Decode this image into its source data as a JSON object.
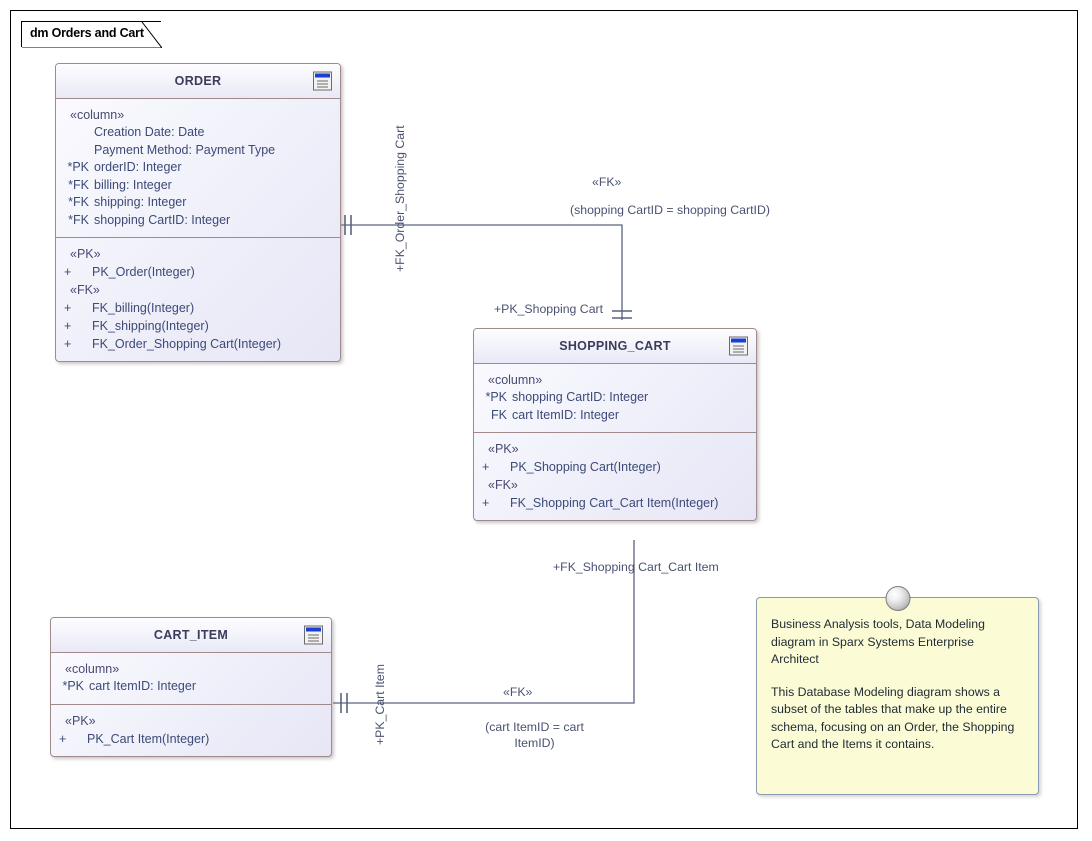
{
  "frame": {
    "label": "dm Orders and Cart"
  },
  "tables": [
    {
      "name": "ORDER",
      "icon": "table-icon",
      "attributes_stereotype": "«column»",
      "attributes": [
        {
          "key": "",
          "text": "Creation Date: Date"
        },
        {
          "key": "",
          "text": "Payment Method: Payment Type"
        },
        {
          "key": "*PK",
          "text": "orderID: Integer"
        },
        {
          "key": "*FK",
          "text": "billing: Integer"
        },
        {
          "key": "*FK",
          "text": "shipping: Integer"
        },
        {
          "key": "*FK",
          "text": "shopping CartID: Integer"
        }
      ],
      "operation_groups": [
        {
          "stereotype": "«PK»",
          "operations": [
            {
              "visibility": "+",
              "text": "PK_Order(Integer)"
            }
          ]
        },
        {
          "stereotype": "«FK»",
          "operations": [
            {
              "visibility": "+",
              "text": "FK_billing(Integer)"
            },
            {
              "visibility": "+",
              "text": "FK_shipping(Integer)"
            },
            {
              "visibility": "+",
              "text": "FK_Order_Shopping Cart(Integer)"
            }
          ]
        }
      ]
    },
    {
      "name": "SHOPPING_CART",
      "icon": "table-icon",
      "attributes_stereotype": "«column»",
      "attributes": [
        {
          "key": "*PK",
          "text": "shopping CartID: Integer"
        },
        {
          "key": "FK",
          "text": "cart ItemID: Integer"
        }
      ],
      "operation_groups": [
        {
          "stereotype": "«PK»",
          "operations": [
            {
              "visibility": "+",
              "text": "PK_Shopping Cart(Integer)"
            }
          ]
        },
        {
          "stereotype": "«FK»",
          "operations": [
            {
              "visibility": "+",
              "text": "FK_Shopping Cart_Cart Item(Integer)"
            }
          ]
        }
      ]
    },
    {
      "name": "CART_ITEM",
      "icon": "table-icon",
      "attributes_stereotype": "«column»",
      "attributes": [
        {
          "key": "*PK",
          "text": "cart ItemID: Integer"
        }
      ],
      "operation_groups": [
        {
          "stereotype": "«PK»",
          "operations": [
            {
              "visibility": "+",
              "text": "PK_Cart Item(Integer)"
            }
          ]
        }
      ]
    }
  ],
  "connectors": {
    "order_shopping_cart": {
      "source_role": "+FK_Order_Shopping Cart",
      "target_role": "+PK_Shopping Cart",
      "stereotype": "«FK»",
      "join": "(shopping CartID = shopping CartID)"
    },
    "shopping_cart_cart_item": {
      "source_role": "+FK_Shopping Cart_Cart Item",
      "target_role": "+PK_Cart Item",
      "stereotype": "«FK»",
      "join_line1": "(cart ItemID = cart",
      "join_line2": "ItemID)"
    }
  },
  "note": {
    "paragraph1": "Business Analysis tools, Data Modeling diagram in Sparx Systems Enterprise Architect",
    "paragraph2": "This Database Modeling diagram shows a subset of the tables that make up the entire schema, focusing on an Order, the Shopping Cart and the Items it contains."
  },
  "colors": {
    "table_border": "#a08a8a",
    "table_fill": "#e6e6f6",
    "table_title": "#3b3b5c",
    "text": "#3c4a77",
    "connector": "#5a6480",
    "note_fill": "#fbfbd6",
    "note_border": "#8a9ab0",
    "frame_border": "#000000",
    "icon_accent": "#1a3fd4"
  }
}
